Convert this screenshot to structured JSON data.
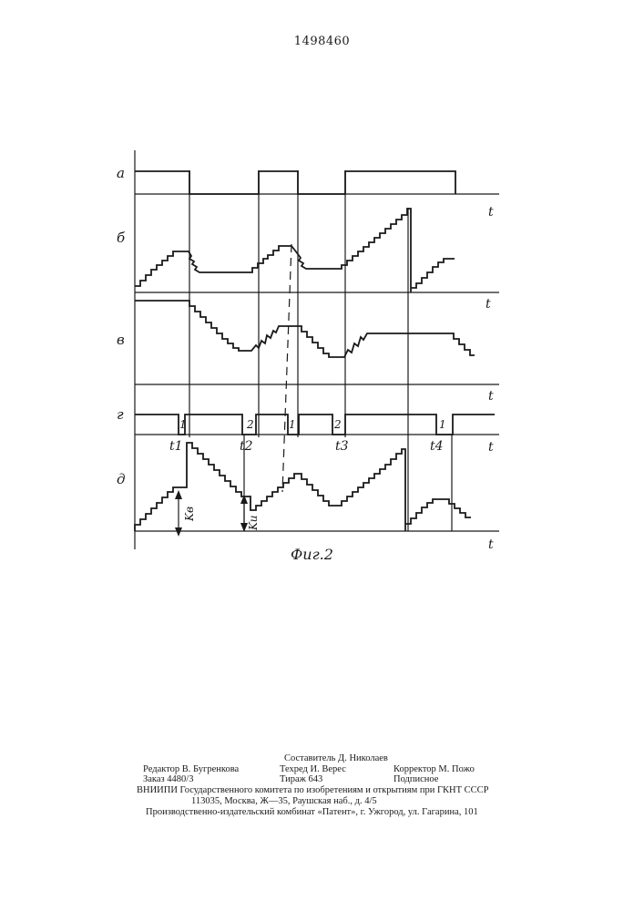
{
  "header": {
    "patent_number": "1498460"
  },
  "figure": {
    "caption": "Фиг.2",
    "row_labels": [
      "а",
      "б",
      "в",
      "г",
      "д"
    ],
    "time_axis_label": "t",
    "time_marks": [
      "t1",
      "t2",
      "t3",
      "t4"
    ],
    "pulse_labels": [
      "1",
      "2",
      "1",
      "2",
      "1"
    ],
    "arrow_labels": [
      "Kв",
      "Ku"
    ]
  },
  "imprint": {
    "compiler": "Составитель Д. Николаев",
    "editor": "Редактор В. Бугренкова",
    "tech_editor": "Техред И. Верес",
    "proofreader": "Корректор М. Пожо",
    "order": "Заказ 4480/3",
    "circulation": "Тираж 643",
    "subscription": "Подписное",
    "institute": "ВНИИПИ Государственного комитета по изобретениям и открытиям при ГКНТ СССР",
    "address": "113035, Москва, Ж—35, Раушская наб., д. 4/5",
    "publisher": "Производственно-издательский комбинат «Патент», г. Ужгород, ул. Гагарина, 101"
  }
}
